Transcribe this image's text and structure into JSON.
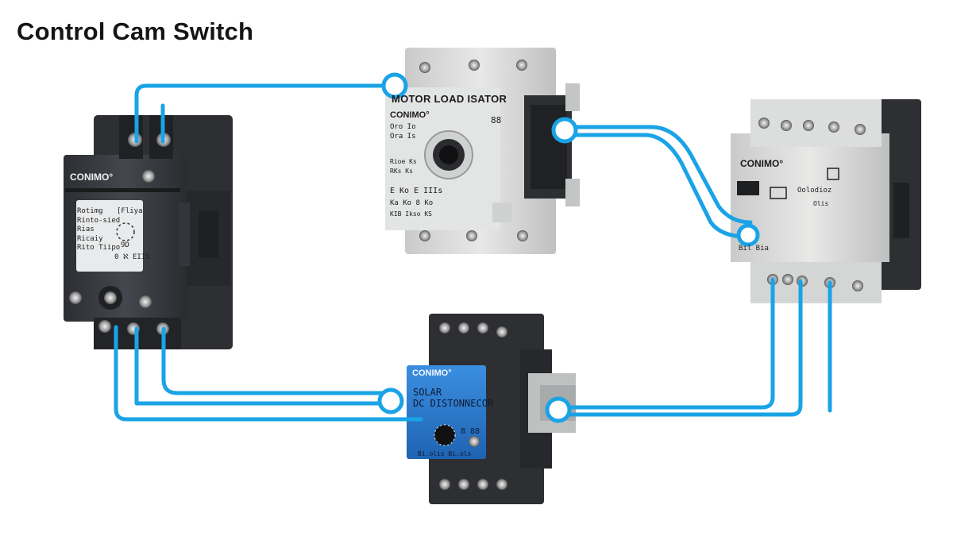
{
  "title": "Control Cam Switch",
  "colors": {
    "wire": "#1aa3e6",
    "dark_housing": "#3a3d42",
    "grey_housing": "#d9dadb",
    "blue_panel": "#2e7fd0"
  },
  "devices": {
    "breaker": {
      "brand": "CONIMO°",
      "lines": [
        "Rotimg",
        "Rinto-sied",
        "Rias",
        "Ricaiy",
        "Rito Tiipo"
      ],
      "right_top": "[Fliya",
      "right_mid": "9D",
      "bottom_codes": "0   ℵ    EIIS"
    },
    "isolator": {
      "title": "MOTOR LOAD ISATOR",
      "brand": "CONIMO°",
      "number": "88",
      "line1": "Oro Io",
      "line2": "Ora Is",
      "line3": "Rioe  Ks",
      "line4": "RKs  Ks",
      "line5": "E  Ko  E  IIIs",
      "line6": "Ka  Ko  8  Ko",
      "line7": "KIB  Ikso  KS"
    },
    "contactor": {
      "brand": "CONIMO°",
      "side_text": "Oolodioz",
      "small_text": "Olis",
      "bottom_label": "Bil Bia"
    },
    "disconnector": {
      "brand": "CONIMO°",
      "line1": "SOLAR",
      "line2": "DC DISTONNECOR",
      "number": "8  88",
      "sub": "Bi.olis       Bi.ols"
    }
  }
}
